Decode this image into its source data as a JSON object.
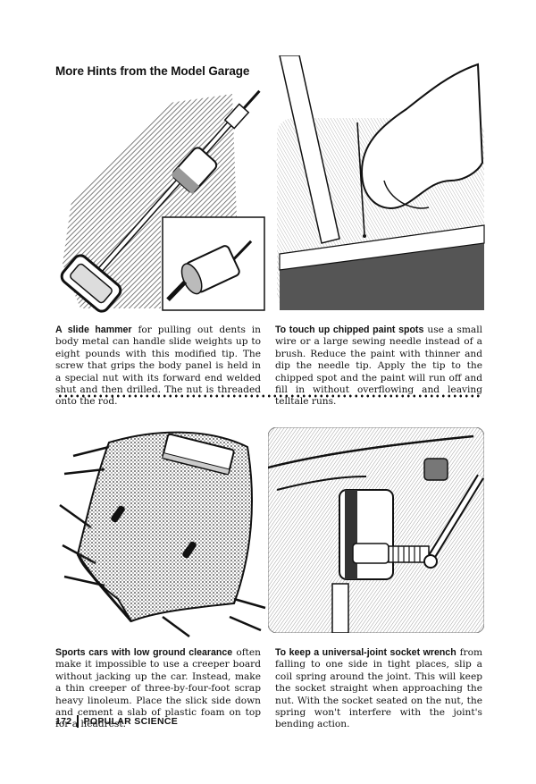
{
  "title": "More Hints from the Model Garage",
  "items": [
    {
      "lead": "A slide hammer",
      "body": " for pulling out dents in body metal can handle slide weights up to eight pounds with this modified tip. The screw that grips the body panel is held in a special nut with its forward end welded shut and then drilled. The nut is threaded onto the rod."
    },
    {
      "lead": "To touch up chipped paint spots",
      "body": " use a small wire or a large sewing needle instead of a brush. Reduce the paint with thinner and dip the needle tip. Apply the tip to the chipped spot and the paint will run off and fill in without overflowing and leaving telltale runs."
    },
    {
      "lead": "Sports cars with low ground clearance",
      "body": " often make it impossible to use a creeper board without jacking up the car. Instead, make a thin creeper of three-by-four-foot scrap heavy linoleum. Place the slick side down and cement a slab of plastic foam on top for a headrest."
    },
    {
      "lead": "To keep a universal-joint socket wrench",
      "body": " from falling to one side in tight places, slip a coil spring around the joint. This will keep the socket straight when approaching the nut. With the socket seated on the nut, the spring won't interfere with the joint's bending action."
    }
  ],
  "footer": {
    "page_number": "172",
    "magazine": "POPULAR SCIENCE"
  }
}
